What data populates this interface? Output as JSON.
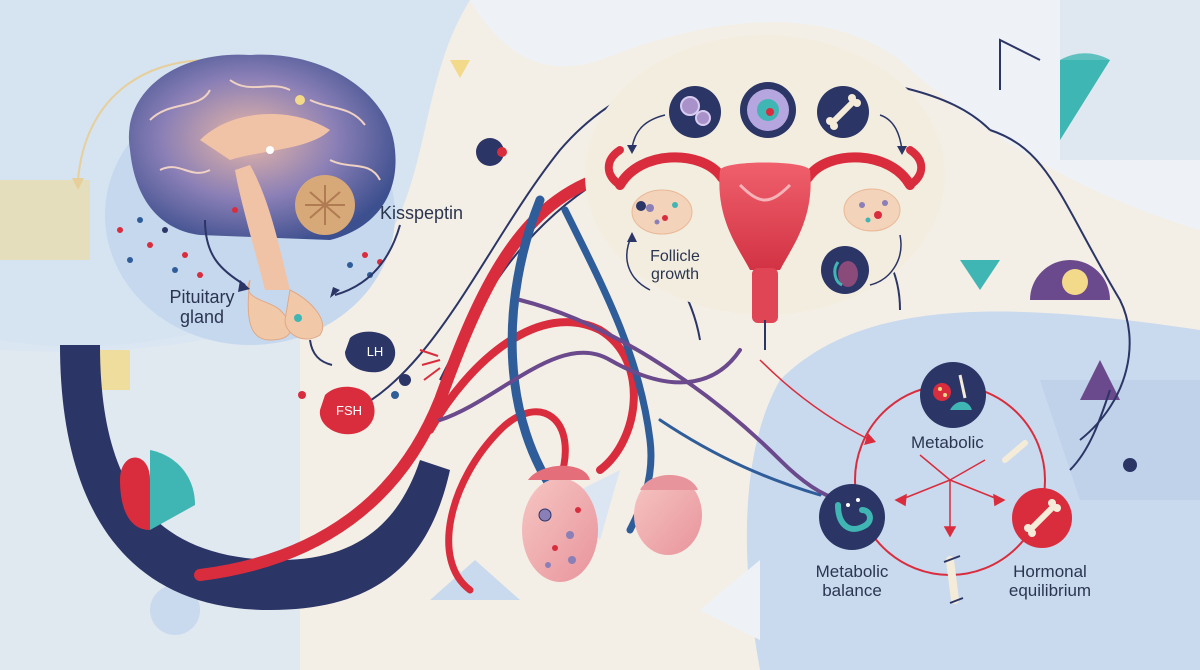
{
  "labels": {
    "kisspeptin": "Kisspeptin",
    "pituitary_line1": "Pituitary",
    "pituitary_line2": "gland",
    "lh": "LH",
    "fsh": "FSH",
    "follicle_line1": "Follicle",
    "follicle_line2": "growth",
    "metabolic": "Metabolic",
    "metabolic_balance_line1": "Metabolic",
    "metabolic_balance_line2": "balance",
    "hormonal_line1": "Hormonal",
    "hormonal_line2": "equilibrium"
  },
  "colors": {
    "background": "#f4efe6",
    "navy": "#2b3566",
    "red": "#d92d3e",
    "blue": "#2f5d9a",
    "purple": "#6a4a8c",
    "teal": "#3fb6b3",
    "pale_blue": "#c9daee",
    "peach": "#f2c9a8",
    "pink": "#f0a7b2",
    "yellow": "#f3d98a"
  },
  "icons": [
    "brain-icon",
    "pituitary-gland-icon",
    "uterus-icon",
    "ovary-icon",
    "testis-icon",
    "bone-icon",
    "cell-icon",
    "microscope-icon",
    "stomach-icon"
  ]
}
